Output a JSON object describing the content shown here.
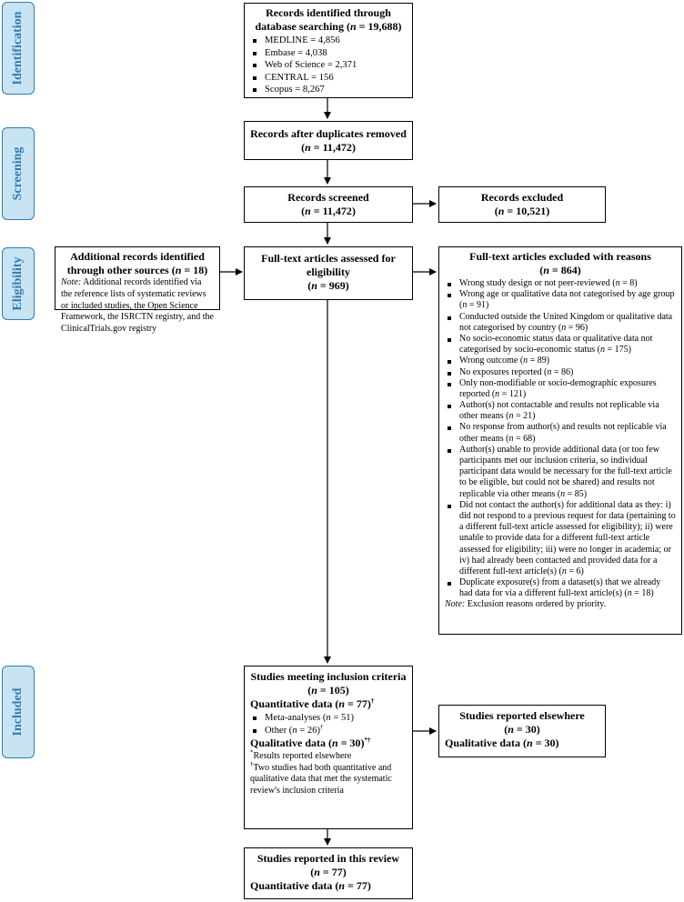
{
  "phases": {
    "identification": "Identification",
    "screening": "Screening",
    "eligibility": "Eligibility",
    "included": "Included"
  },
  "records_identified": {
    "title": "Records identified through database searching",
    "n": "19,688",
    "items": [
      "MEDLINE = 4,856",
      "Embase = 4,038",
      "Web of Science = 2,371",
      "CENTRAL = 156",
      "Scopus = 8,267"
    ]
  },
  "duplicates_removed": {
    "title": "Records after duplicates removed",
    "n": "11,472"
  },
  "screened": {
    "title": "Records screened",
    "n": "11,472"
  },
  "excluded": {
    "title": "Records excluded",
    "n": "10,521"
  },
  "additional": {
    "title": "Additional records identified through other sources",
    "n": "18",
    "note_label": "Note:",
    "note": "Additional records identified via the reference lists of systematic reviews or included studies, the Open Science Framework, the ISRCTN registry, and the ClinicalTrials.gov registry"
  },
  "fulltext_assessed": {
    "title": "Full-text articles assessed for eligibility",
    "n": "969"
  },
  "fulltext_excluded": {
    "title": "Full-text articles excluded with reasons",
    "n": "864",
    "reasons": [
      {
        "text": "Wrong study design or not peer-reviewed",
        "n": "8"
      },
      {
        "text": "Wrong age or qualitative data not categorised by age group",
        "n": "91"
      },
      {
        "text": "Conducted outside the United Kingdom or qualitative data not categorised by country",
        "n": "96"
      },
      {
        "text": "No socio-economic status data or qualitative data not categorised by socio-economic status",
        "n": "175"
      },
      {
        "text": "Wrong outcome",
        "n": "89"
      },
      {
        "text": "No exposures reported",
        "n": "86"
      },
      {
        "text": "Only non-modifiable or socio-demographic exposures reported",
        "n": "121"
      },
      {
        "text": "Author(s) not contactable and results not replicable via other means",
        "n": "21"
      },
      {
        "text": "No response from author(s) and results not replicable via other means",
        "n": "68"
      },
      {
        "text": "Author(s) unable to provide additional data (or too few participants met our inclusion criteria, so individual participant data would be necessary for the full-text article to be eligible, but could not be shared) and results not replicable via other means",
        "n": "85"
      },
      {
        "text": "Did not contact the author(s) for additional data as they: i) did not respond to a previous request for data (pertaining to a different full-text article assessed for eligibility); ii) were unable to provide data for a different full-text article assessed for eligibility; iii) were no longer in academia; or iv) had already been contacted and provided data for a different full-text article(s)",
        "n": "6"
      },
      {
        "text": "Duplicate exposure(s) from a dataset(s) that we already had data for via a different full-text article(s)",
        "n": "18"
      }
    ],
    "note_label": "Note:",
    "note": "Exclusion reasons ordered by priority."
  },
  "inclusion": {
    "title": "Studies meeting inclusion criteria",
    "n": "105",
    "quant_label": "Quantitative data",
    "quant_n": "77",
    "quant_mark": "†",
    "quant_items": [
      {
        "text": "Meta-analyses",
        "n": "51",
        "mark": ""
      },
      {
        "text": "Other",
        "n": "26",
        "mark": "†"
      }
    ],
    "qual_label": "Qualitative data",
    "qual_n": "30",
    "qual_mark": "*†",
    "footnote1_mark": "*",
    "footnote1": "Results reported elsewhere",
    "footnote2_mark": "†",
    "footnote2": "Two studies had both quantitative and qualitative data that met the systematic review's inclusion criteria"
  },
  "elsewhere": {
    "title": "Studies reported elsewhere",
    "n": "30",
    "qual_label": "Qualitative data",
    "qual_n": "30"
  },
  "this_review": {
    "title": "Studies reported in this review",
    "n": "77",
    "quant_label": "Quantitative data",
    "quant_n": "77"
  },
  "n_symbol": "n",
  "eq": " = "
}
